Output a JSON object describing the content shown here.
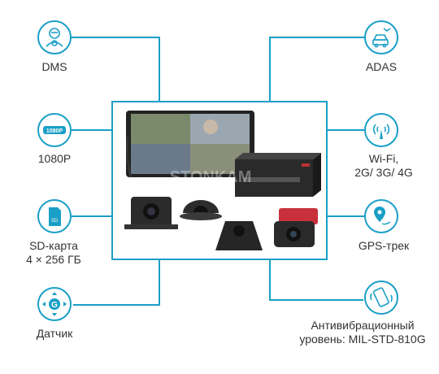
{
  "accent_color": "#1a9fc7",
  "features": {
    "dms": {
      "label": "DMS",
      "icon": "driver-face-icon"
    },
    "adas": {
      "label": "ADAS",
      "icon": "car-collision-icon"
    },
    "p1080": {
      "label": "1080P",
      "badge": "1080P",
      "icon": "1080p-badge-icon"
    },
    "wifi": {
      "line1": "Wi-Fi,",
      "line2": "2G/ 3G/ 4G",
      "icon": "wireless-signal-icon"
    },
    "sd": {
      "line1": "SD-карта",
      "line2": "4 × 256 ГБ",
      "card_text": "SD",
      "icon": "sd-card-icon"
    },
    "gps": {
      "label": "GPS-трек",
      "icon": "map-pin-icon"
    },
    "sensor": {
      "label": "Датчик",
      "letter": "G",
      "icon": "g-sensor-icon"
    },
    "antivib": {
      "line1": "Антивибрационный",
      "line2": "уровень: MIL-STD-810G",
      "icon": "vibrating-phone-icon"
    }
  },
  "product": {
    "watermark": "STONKAM",
    "description": "monitor, MDVR unit and cameras"
  }
}
